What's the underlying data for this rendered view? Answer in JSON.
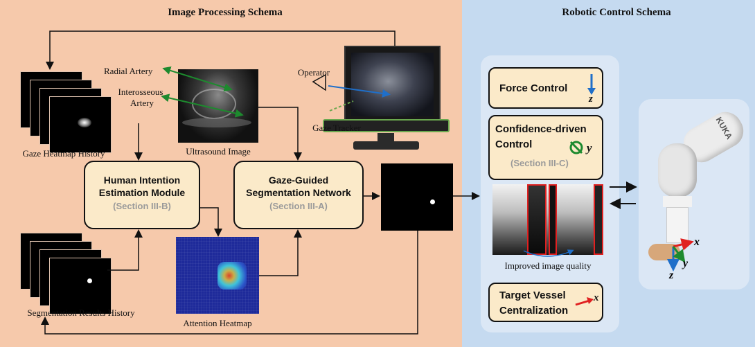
{
  "titles": {
    "left": "Image Processing Schema",
    "right": "Robotic Control Schema"
  },
  "labels": {
    "radial_artery": "Radial Artery",
    "interosseous_line1": "Interosseous",
    "interosseous_line2": "Artery",
    "operator": "Operator",
    "gaze_tracker": "Gaze Tracker",
    "ultrasound_image": "Ultrasound Image",
    "gaze_heatmap_history": "Gaze Heatmap History",
    "segmentation_results_history": "Segmentation Results History",
    "attention_heatmap": "Attention Heatmap",
    "improved_image_quality": "Improved image quality"
  },
  "modules": {
    "hie": {
      "line1": "Human Intention",
      "line2": "Estimation Module",
      "section": "(Section III-B)"
    },
    "gss": {
      "line1": "Gaze-Guided",
      "line2": "Segmentation Network",
      "section": "(Section III-A)"
    }
  },
  "control": {
    "force": {
      "label": "Force Control",
      "axis": "z"
    },
    "confidence": {
      "line1": "Confidence-driven",
      "line2": "Control",
      "section": "(Section III-C)",
      "axis": "y"
    },
    "target": {
      "line1": "Target Vessel",
      "line2": "Centralization",
      "axis": "x"
    }
  },
  "robot": {
    "brand": "KUKA",
    "axis_x": "x",
    "axis_y": "y",
    "axis_z": "z"
  },
  "colors": {
    "left_bg": "#f6c9ab",
    "right_bg": "#c5daf0",
    "module_fill": "#fbeac9",
    "arrow_green": "#1d8a2e",
    "arrow_blue": "#1f6fc9",
    "arrow_red": "#e02020",
    "section_gray": "#9a9a9a"
  }
}
